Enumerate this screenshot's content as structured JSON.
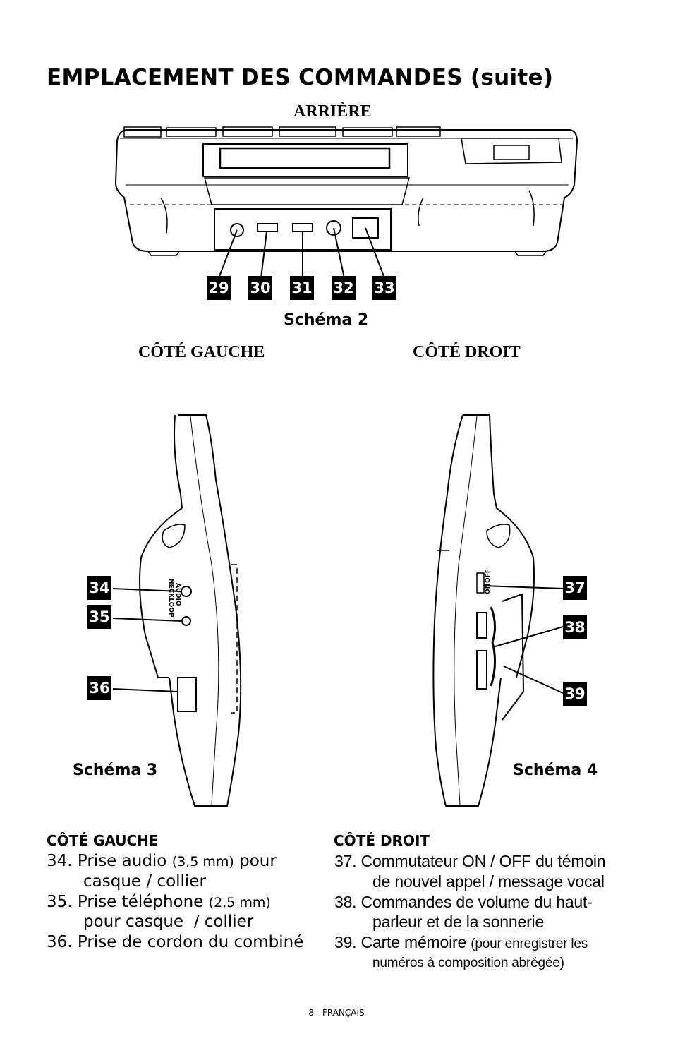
{
  "title": "EMPLACEMENT DES COMMANDES (suite)",
  "rear_label": "ARRIÈRE",
  "schema2": "Schéma 2",
  "left_side_label": "CÔTÉ GAUCHE",
  "right_side_label": "CÔTÉ DROIT",
  "schema3": "Schéma 3",
  "schema4": "Schéma 4",
  "rear_callouts": [
    "29",
    "30",
    "31",
    "32",
    "33"
  ],
  "left_callouts": [
    "34",
    "35",
    "36"
  ],
  "right_callouts": [
    "37",
    "38",
    "39"
  ],
  "device_markings": {
    "left_jack_1": "AUDIO",
    "left_jack_2": "NECKLOOP",
    "switch_on": "ON",
    "switch_off": "OFF"
  },
  "left_list": {
    "heading": "CÔTÉ GAUCHE",
    "items": [
      {
        "num": "34.",
        "text": "Prise audio",
        "small": "(3,5 mm)",
        "text2": "pour",
        "cont": "casque / collier"
      },
      {
        "num": "35.",
        "text": "Prise téléphone",
        "small": "(2,5 mm)",
        "text2": "",
        "cont": "pour casque  / collier"
      },
      {
        "num": "36.",
        "text": "Prise de cordon du combiné",
        "small": "",
        "text2": "",
        "cont": ""
      }
    ]
  },
  "right_list": {
    "heading": "CÔTÉ DROIT",
    "items": [
      {
        "num": "37.",
        "text": "Commutateur ON / OFF du témoin",
        "small": "",
        "cont": "de nouvel appel / message vocal"
      },
      {
        "num": "38.",
        "text": "Commandes de volume du haut-",
        "small": "",
        "cont": "parleur et de la sonnerie"
      },
      {
        "num": "39.",
        "text": "Carte mémoire",
        "small": "(pour enregistrer les",
        "cont": "numéros à composition abrégée)"
      }
    ]
  },
  "footer": "8 - FRANÇAIS"
}
